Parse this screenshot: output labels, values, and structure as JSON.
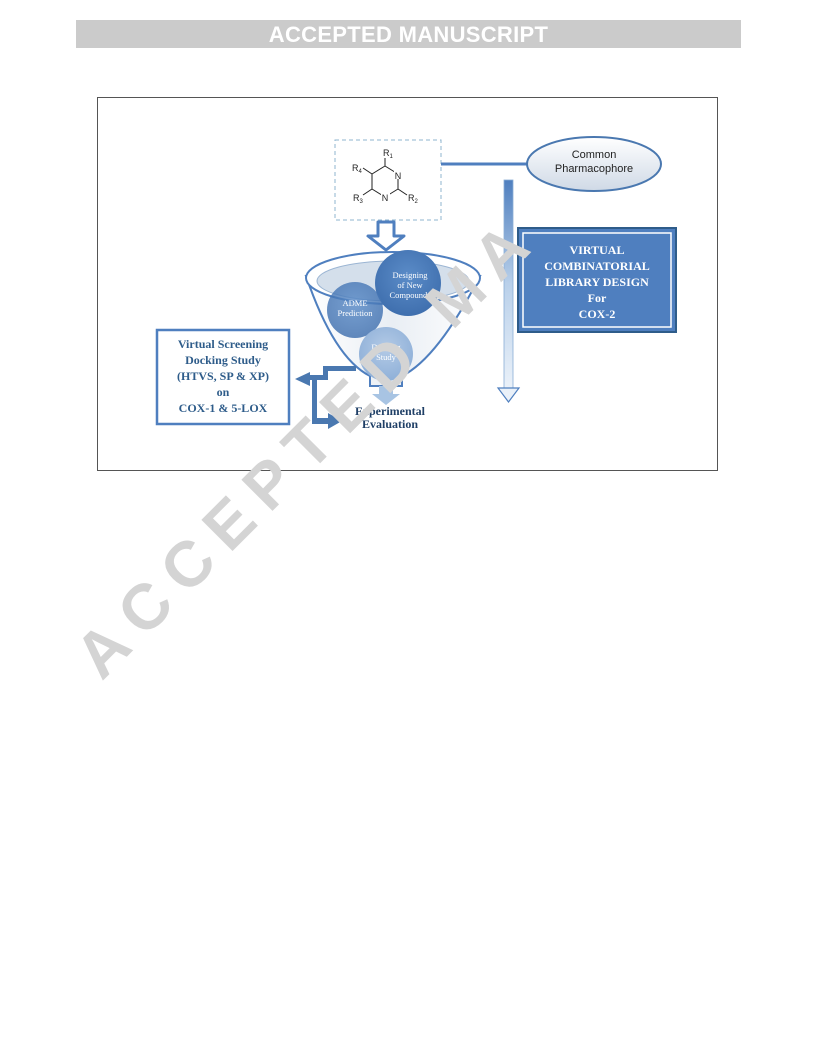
{
  "header": {
    "banner": "ACCEPTED MANUSCRIPT"
  },
  "watermark": {
    "text": "ACCEPTED MA"
  },
  "figure": {
    "structure": {
      "r1": "R",
      "r1_sub": "1",
      "r2": "R",
      "r2_sub": "2",
      "r3": "R",
      "r3_sub": "3",
      "r4": "R",
      "r4_sub": "4",
      "n_top": "N",
      "n_bottom": "N"
    },
    "pharmacophore": {
      "line1": "Common",
      "line2": "Pharmacophore"
    },
    "library_box": {
      "line1": "VIRTUAL",
      "line2": "COMBINATORIAL",
      "line3": "LIBRARY DESIGN",
      "line4": "For",
      "line5": "COX-2"
    },
    "funnel": {
      "designing": {
        "line1": "Designing",
        "line2": "of New",
        "line3": "Compounds"
      },
      "adme": {
        "line1": "ADME",
        "line2": "Prediction"
      },
      "docking": {
        "line1": "Docking",
        "line2": "Study"
      }
    },
    "screening_box": {
      "line1": "Virtual Screening",
      "line2": "Docking Study",
      "line3": "(HTVS, SP & XP)",
      "line4": "on",
      "line5": "COX-1 & 5-LOX"
    },
    "experimental": {
      "line1": "Experimental",
      "line2": "Evaluation"
    },
    "colors": {
      "primary_blue": "#4f7fbf",
      "dark_blue": "#2e5c8a",
      "light_blue": "#a8c4e3"
    }
  }
}
